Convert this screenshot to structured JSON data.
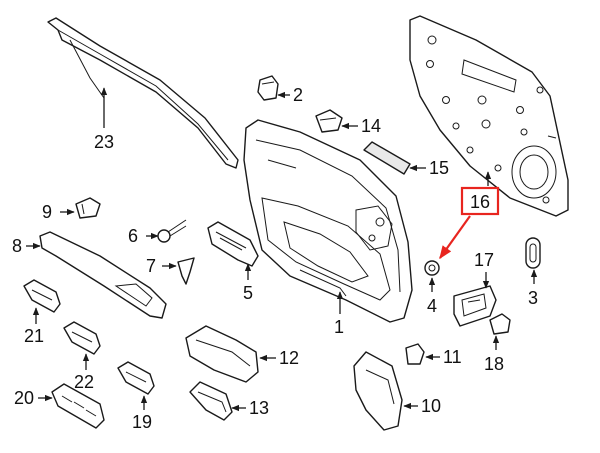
{
  "callouts": {
    "c1": "1",
    "c2": "2",
    "c3": "3",
    "c4": "4",
    "c5": "5",
    "c6": "6",
    "c7": "7",
    "c8": "8",
    "c9": "9",
    "c10": "10",
    "c11": "11",
    "c12": "12",
    "c13": "13",
    "c14": "14",
    "c15": "15",
    "c16": "16",
    "c17": "17",
    "c18": "18",
    "c19": "19",
    "c20": "20",
    "c21": "21",
    "c22": "22",
    "c23": "23"
  },
  "highlight": {
    "callout": "16",
    "color": "#e8251f"
  }
}
